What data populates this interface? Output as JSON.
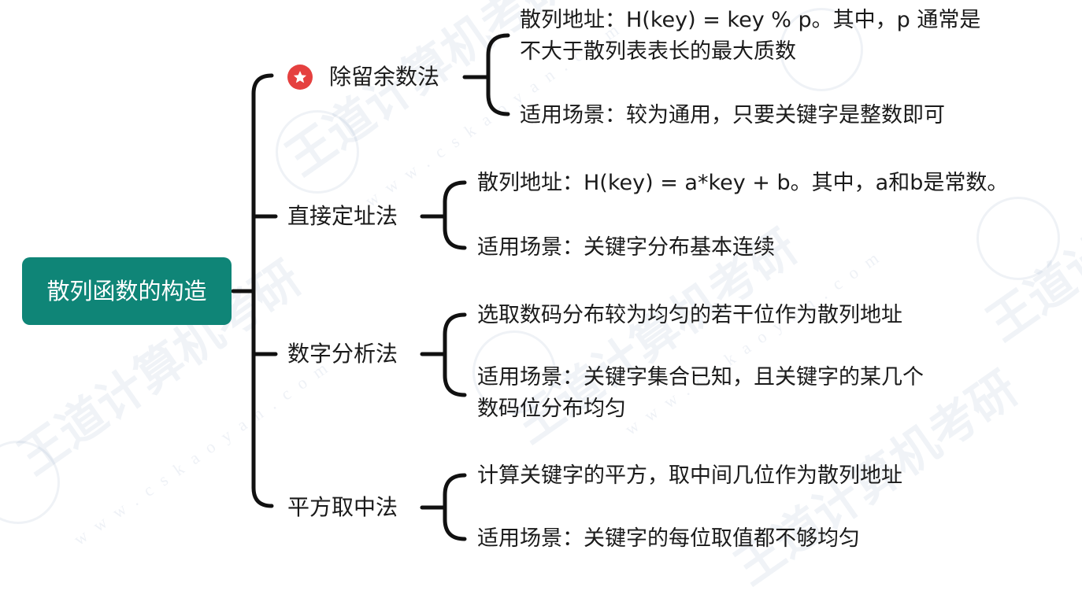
{
  "root": {
    "label": "散列函数的构造"
  },
  "branches": [
    {
      "label": "除留余数法",
      "starred": true,
      "leaves": [
        {
          "lines": [
            "散列地址：H(key) = key % p。其中，p 通常是",
            "不大于散列表表长的最大质数"
          ]
        },
        {
          "lines": [
            "适用场景：较为通用，只要关键字是整数即可"
          ]
        }
      ]
    },
    {
      "label": "直接定址法",
      "leaves": [
        {
          "lines": [
            "散列地址：H(key) = a*key + b。其中，a和b是常数。"
          ]
        },
        {
          "lines": [
            "适用场景：关键字分布基本连续"
          ]
        }
      ]
    },
    {
      "label": "数字分析法",
      "leaves": [
        {
          "lines": [
            "选取数码分布较为均匀的若干位作为散列地址"
          ]
        },
        {
          "lines": [
            "适用场景：关键字集合已知，且关键字的某几个",
            "数码位分布均匀"
          ]
        }
      ]
    },
    {
      "label": "平方取中法",
      "leaves": [
        {
          "lines": [
            "计算关键字的平方，取中间几位作为散列地址"
          ]
        },
        {
          "lines": [
            "适用场景：关键字的每位取值都不够均匀"
          ]
        }
      ]
    }
  ],
  "watermark": {
    "text": "王道计算机考研",
    "url": "www.cskaoyan.com"
  },
  "colors": {
    "root_bg": "#0f8577",
    "star_badge": "#e5403f",
    "line": "#111111"
  },
  "icons": {
    "star": "star-icon"
  }
}
